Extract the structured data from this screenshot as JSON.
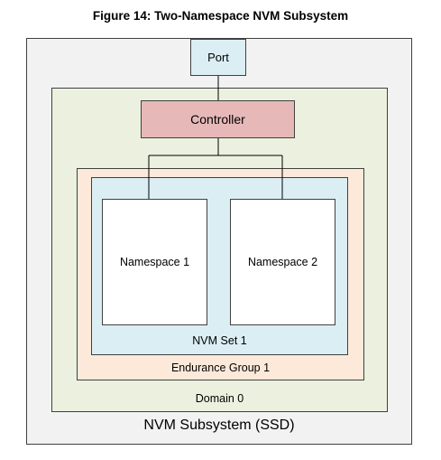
{
  "figure": {
    "title": "Figure 14: Two-Namespace NVM Subsystem"
  },
  "diagram": {
    "subsystem_label": "NVM Subsystem (SSD)",
    "domain_label": "Domain 0",
    "endurance_group_label": "Endurance Group 1",
    "nvm_set_label": "NVM Set 1",
    "port_label": "Port",
    "controller_label": "Controller",
    "namespaces": [
      {
        "label": "Namespace 1"
      },
      {
        "label": "Namespace 2"
      }
    ],
    "colors": {
      "subsystem_fill": "#f2f2f2",
      "domain_fill": "#ebf1de",
      "endurance_group_fill": "#fde9d9",
      "nvm_set_fill": "#dbeef4",
      "port_fill": "#dbeef4",
      "controller_fill": "#e6b9b8",
      "namespace_fill": "#ffffff",
      "border": "#404040"
    }
  }
}
